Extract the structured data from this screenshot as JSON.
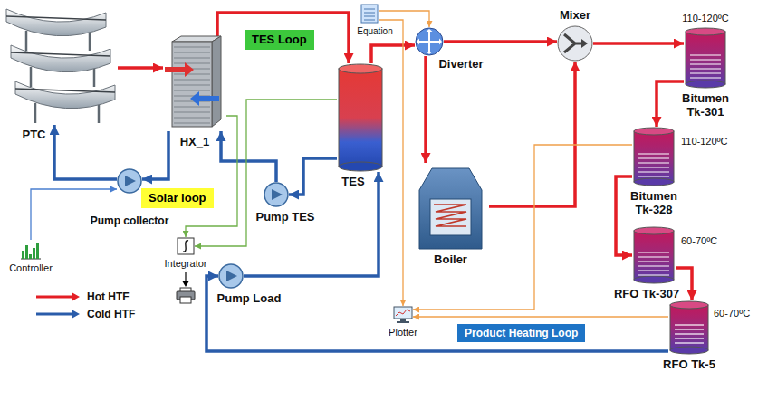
{
  "diagram": {
    "nodes": [
      {
        "text": [
          "PTC"
        ]
      },
      {
        "text": [
          "HX_1"
        ]
      },
      {
        "text": [
          "TES Loop"
        ]
      },
      {
        "text": [
          "Equation"
        ]
      },
      {
        "text": [
          "TES"
        ]
      },
      {
        "text": [
          "Diverter"
        ]
      },
      {
        "text": [
          "Mixer"
        ]
      },
      {
        "text": [
          "110-120ºC",
          "Bitumen Tk-301"
        ]
      },
      {
        "text": [
          "110-120ºC",
          "Bitumen Tk-328"
        ]
      },
      {
        "text": [
          "Pump collector"
        ]
      },
      {
        "text": [
          "Solar loop"
        ]
      },
      {
        "text": [
          "Pump TES"
        ]
      },
      {
        "text": [
          "Boiler"
        ]
      },
      {
        "text": [
          "60-70ºC",
          "RFO Tk-307"
        ]
      },
      {
        "text": [
          "Controller"
        ]
      },
      {
        "text": [
          "Integrator"
        ]
      },
      {
        "text": [
          "Pump Load"
        ]
      },
      {
        "text": [
          "Plotter"
        ]
      },
      {
        "text": [
          "Product Heating Loop"
        ]
      },
      {
        "text": [
          "60-70ºC",
          "RFO Tk-5"
        ]
      }
    ],
    "edges": [
      {
        "from": 0,
        "to": 1,
        "arrow": "to"
      },
      {
        "from": 1,
        "to": 9,
        "arrow": "to"
      },
      {
        "from": 9,
        "to": 0,
        "arrow": "to"
      },
      {
        "from": 1,
        "to": 4,
        "arrow": "to"
      },
      {
        "from": 4,
        "to": 5,
        "arrow": "to"
      },
      {
        "from": 4,
        "to": 11,
        "arrow": "to"
      },
      {
        "from": 11,
        "to": 1,
        "arrow": "to"
      },
      {
        "from": 5,
        "to": 6,
        "arrow": "to"
      },
      {
        "from": 5,
        "to": 12,
        "arrow": "to"
      },
      {
        "from": 12,
        "to": 6,
        "arrow": "to"
      },
      {
        "from": 6,
        "to": 7,
        "arrow": "to"
      },
      {
        "from": 7,
        "to": 8,
        "arrow": "to"
      },
      {
        "from": 8,
        "to": 13,
        "arrow": "to"
      },
      {
        "from": 13,
        "to": 19,
        "arrow": "to"
      },
      {
        "from": 19,
        "to": 16,
        "arrow": "to"
      },
      {
        "from": 16,
        "to": 4,
        "arrow": "to"
      },
      {
        "from": 14,
        "to": 9,
        "arrow": "to"
      },
      {
        "from": 1,
        "to": 15,
        "arrow": "to"
      },
      {
        "from": 4,
        "to": 15,
        "arrow": "to"
      },
      {
        "from": 3,
        "to": 5,
        "arrow": "to"
      },
      {
        "from": 3,
        "to": 17,
        "arrow": "to"
      },
      {
        "from": 8,
        "to": 17,
        "arrow": "to"
      },
      {
        "from": 19,
        "to": 17,
        "arrow": "to"
      }
    ],
    "legend": [
      {
        "text": "Hot HTF"
      },
      {
        "text": "Cold HTF"
      }
    ]
  }
}
